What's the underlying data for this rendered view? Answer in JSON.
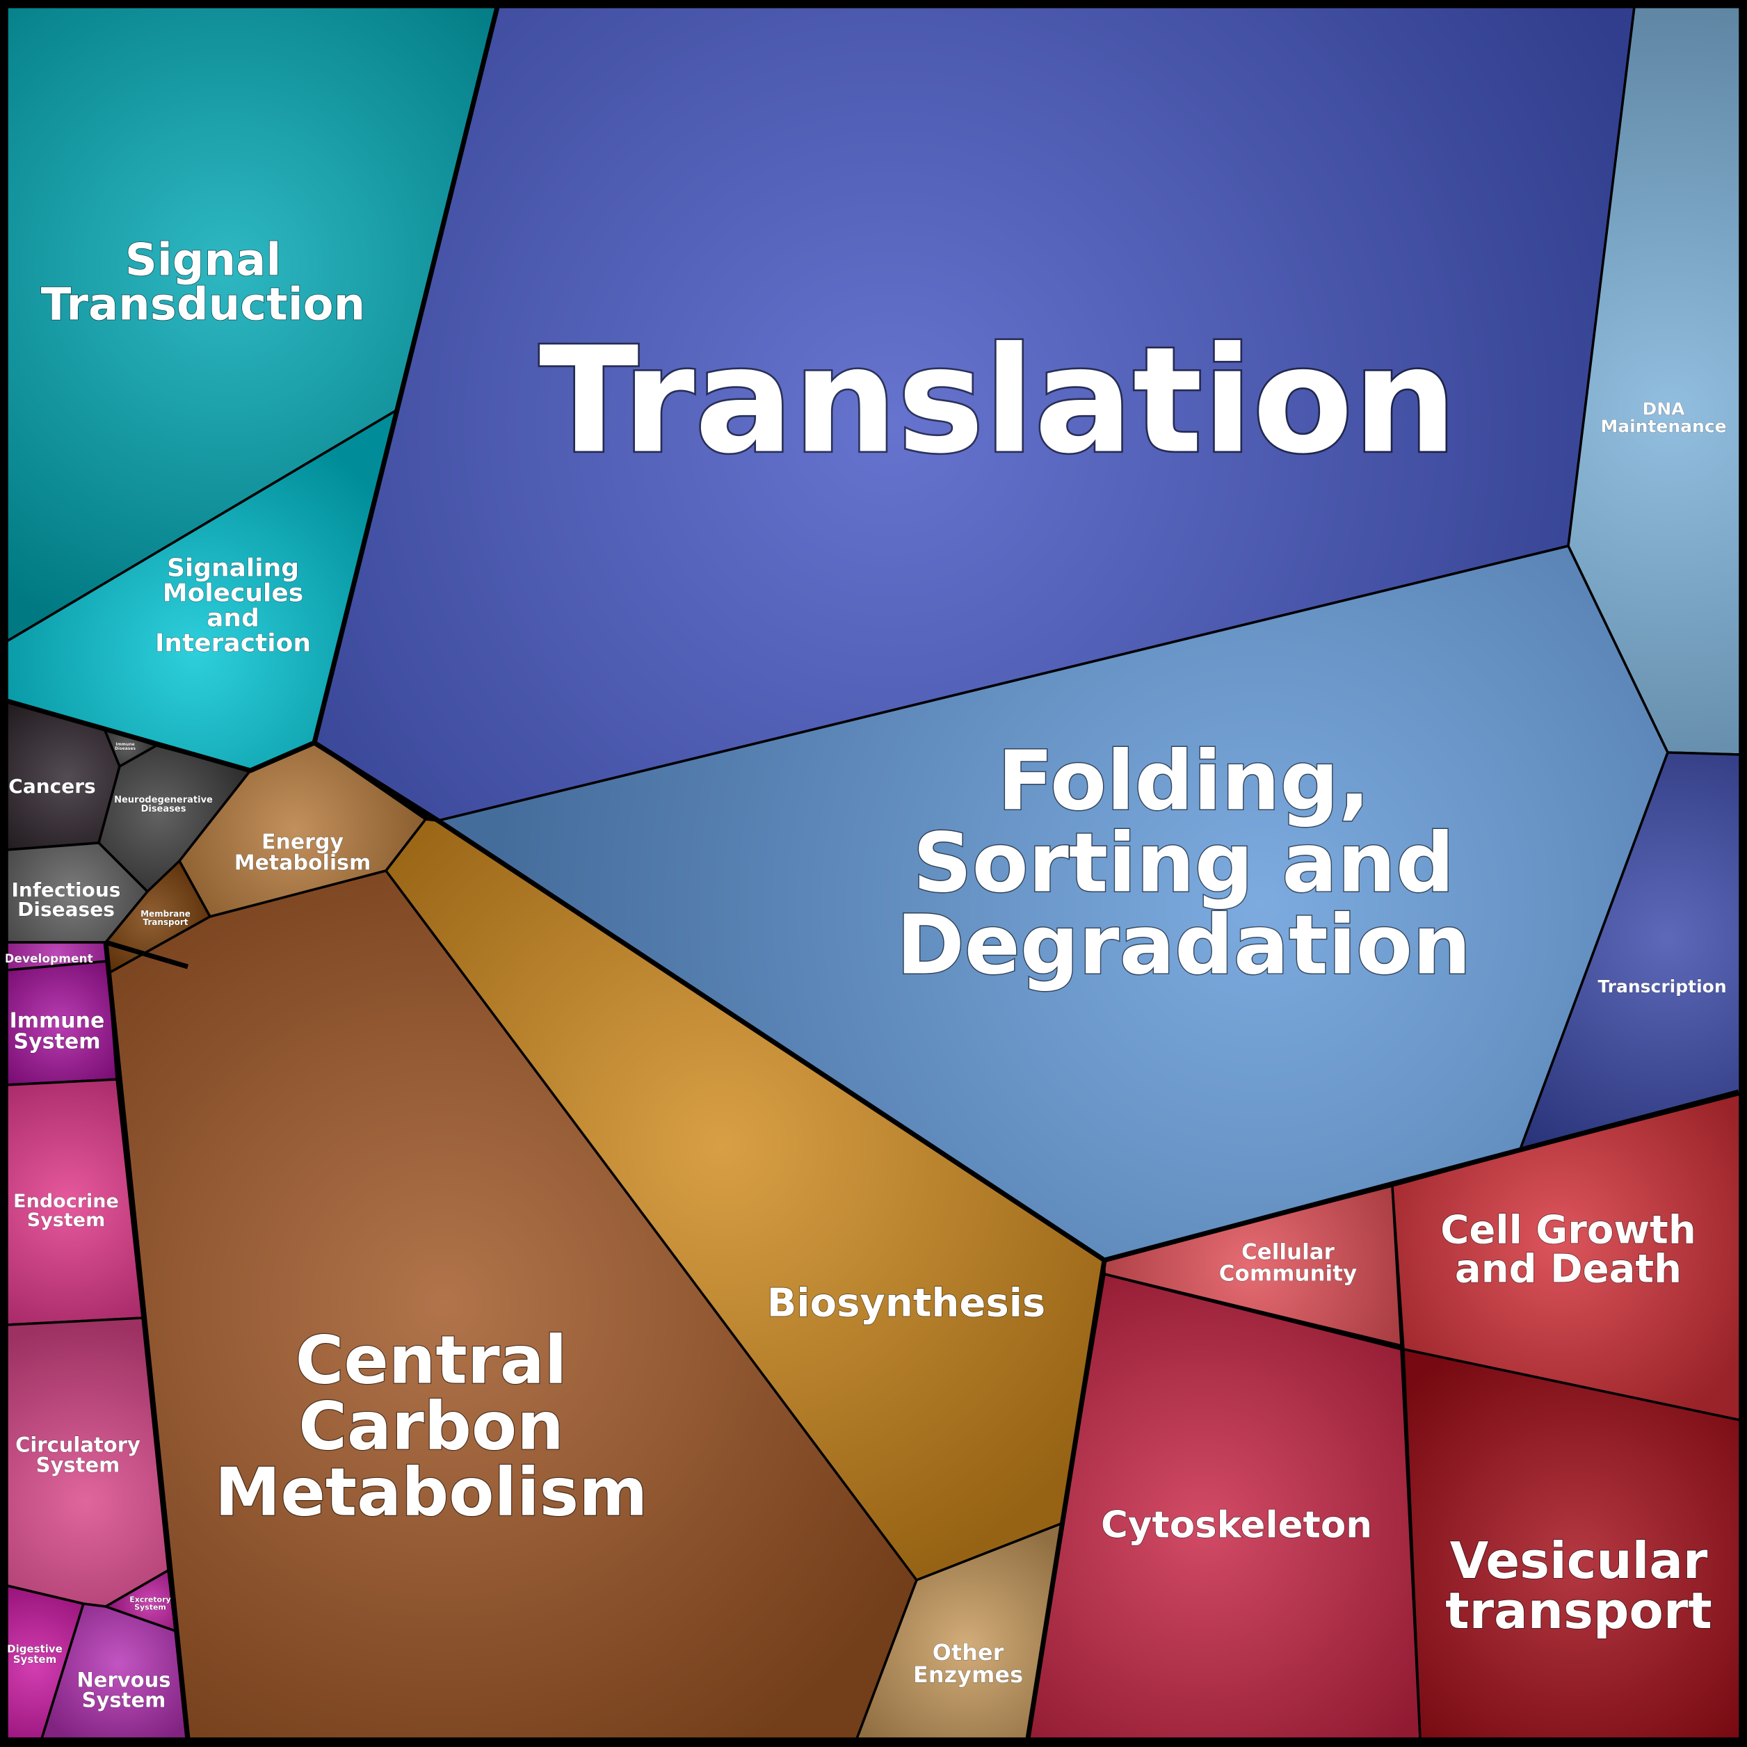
{
  "cells": [
    {
      "id": "translation",
      "lines": [
        "Translation"
      ],
      "color": "#4456c4"
    },
    {
      "id": "signal-transduction",
      "lines": [
        "Signal",
        "Transduction"
      ],
      "color": "#00a8b4"
    },
    {
      "id": "signaling-molecules",
      "lines": [
        "Signaling",
        "Molecules",
        "and",
        "Interaction"
      ],
      "color": "#00c4d4"
    },
    {
      "id": "dna-maintenance",
      "lines": [
        "DNA",
        "Maintenance"
      ],
      "color": "#7ab0d8"
    },
    {
      "id": "folding-sorting",
      "lines": [
        "Folding,",
        "Sorting and",
        "Degradation"
      ],
      "color": "#6098d8"
    },
    {
      "id": "transcription",
      "lines": [
        "Transcription"
      ],
      "color": "#3a48aa"
    },
    {
      "id": "cancers",
      "lines": [
        "Cancers"
      ],
      "color": "#2f252d"
    },
    {
      "id": "immune-diseases",
      "lines": [
        "Immune",
        "Diseases"
      ],
      "color": "#3c3c3c"
    },
    {
      "id": "neurodegenerative",
      "lines": [
        "Neurodegenerative",
        "Diseases"
      ],
      "color": "#404040"
    },
    {
      "id": "infectious",
      "lines": [
        "Infectious",
        "Diseases"
      ],
      "color": "#5e5e5e"
    },
    {
      "id": "energy-metabolism",
      "lines": [
        "Energy",
        "Metabolism"
      ],
      "color": "#b47838"
    },
    {
      "id": "membrane-transport",
      "lines": [
        "Membrane",
        "Transport"
      ],
      "color": "#7a3e08"
    },
    {
      "id": "central-carbon",
      "lines": [
        "Central",
        "Carbon",
        "Metabolism"
      ],
      "color": "#a05624"
    },
    {
      "id": "biosynthesis",
      "lines": [
        "Biosynthesis"
      ],
      "color": "#d08a1c"
    },
    {
      "id": "other-enzymes",
      "lines": [
        "Other",
        "Enzymes"
      ],
      "color": "#c89a5c"
    },
    {
      "id": "development",
      "lines": [
        "Development"
      ],
      "color": "#b020a8"
    },
    {
      "id": "immune-system",
      "lines": [
        "Immune",
        "System"
      ],
      "color": "#a812a0"
    },
    {
      "id": "endocrine",
      "lines": [
        "Endocrine",
        "System"
      ],
      "color": "#e03488"
    },
    {
      "id": "circulatory",
      "lines": [
        "Circulatory",
        "System"
      ],
      "color": "#d84488"
    },
    {
      "id": "digestive",
      "lines": [
        "Digestive",
        "System"
      ],
      "color": "#c814a0"
    },
    {
      "id": "nervous",
      "lines": [
        "Nervous",
        "System"
      ],
      "color": "#b430b4"
    },
    {
      "id": "excretory",
      "lines": [
        "Excretory",
        "System"
      ],
      "color": "#c01ca0"
    },
    {
      "id": "cellular-community",
      "lines": [
        "Cellular",
        "Community"
      ],
      "color": "#e04c54"
    },
    {
      "id": "cell-growth",
      "lines": [
        "Cell Growth",
        "and Death"
      ],
      "color": "#d43038"
    },
    {
      "id": "cytoskeleton",
      "lines": [
        "Cytoskeleton"
      ],
      "color": "#c82444"
    },
    {
      "id": "vesicular",
      "lines": [
        "Vesicular",
        "transport"
      ],
      "color": "#a40c18"
    }
  ]
}
